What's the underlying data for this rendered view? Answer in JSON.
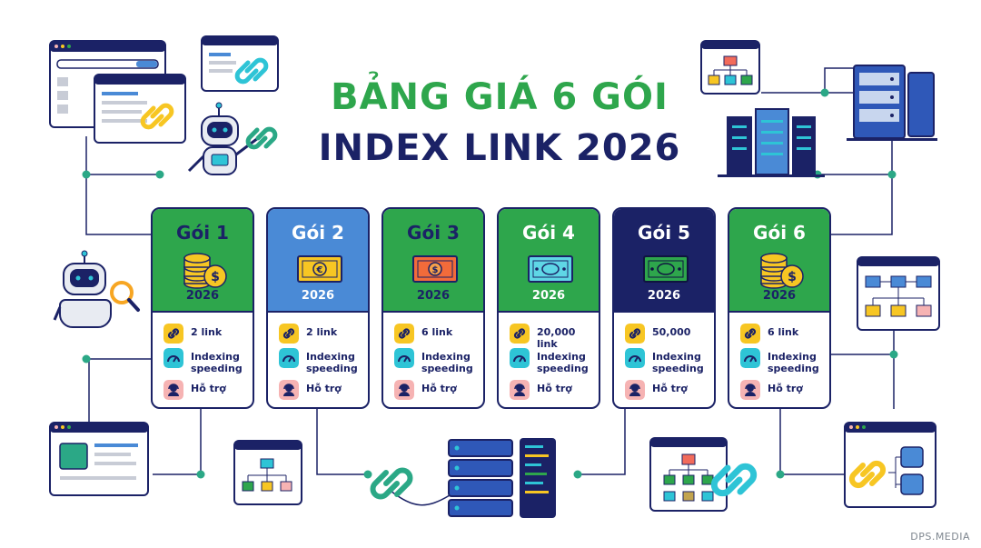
{
  "title": {
    "line1": "BẢNG GIÁ 6 GÓI",
    "line2": "INDEX LINK 2026"
  },
  "colors": {
    "green": "#2ea64c",
    "blue": "#4a8ad6",
    "navy": "#1b2266",
    "teal": "#2ba886",
    "yellow_icon": "#f7c623",
    "cyan_icon": "#2ec4d6",
    "pink_icon": "#f6b3b3"
  },
  "packages": [
    {
      "name": "Gói 1",
      "year": "2026",
      "links": "2 link",
      "speed": "Indexing speeding",
      "support": "Hỗ trợ",
      "icon": "coins-icon"
    },
    {
      "name": "Gói 2",
      "year": "2026",
      "links": "2 link",
      "speed": "Indexing speeding",
      "support": "Hỗ trợ",
      "icon": "euro-bill-icon"
    },
    {
      "name": "Gói 3",
      "year": "2026",
      "links": "6 link",
      "speed": "Indexing speeding",
      "support": "Hỗ trợ",
      "icon": "dollar-bill-icon"
    },
    {
      "name": "Gói 4",
      "year": "2026",
      "links": "20,000 link",
      "speed": "Indexing speeding",
      "support": "Hỗ trợ",
      "icon": "cash-icon"
    },
    {
      "name": "Gói 5",
      "year": "2026",
      "links": "50,000",
      "speed": "Indexing speeding",
      "support": "Hỗ trợ",
      "icon": "cash-icon"
    },
    {
      "name": "Gói 6",
      "year": "2026",
      "links": "6 link",
      "speed": "Indexing speeding",
      "support": "Hỗ trợ",
      "icon": "coins-icon"
    }
  ],
  "watermark": "DPS.MEDIA"
}
